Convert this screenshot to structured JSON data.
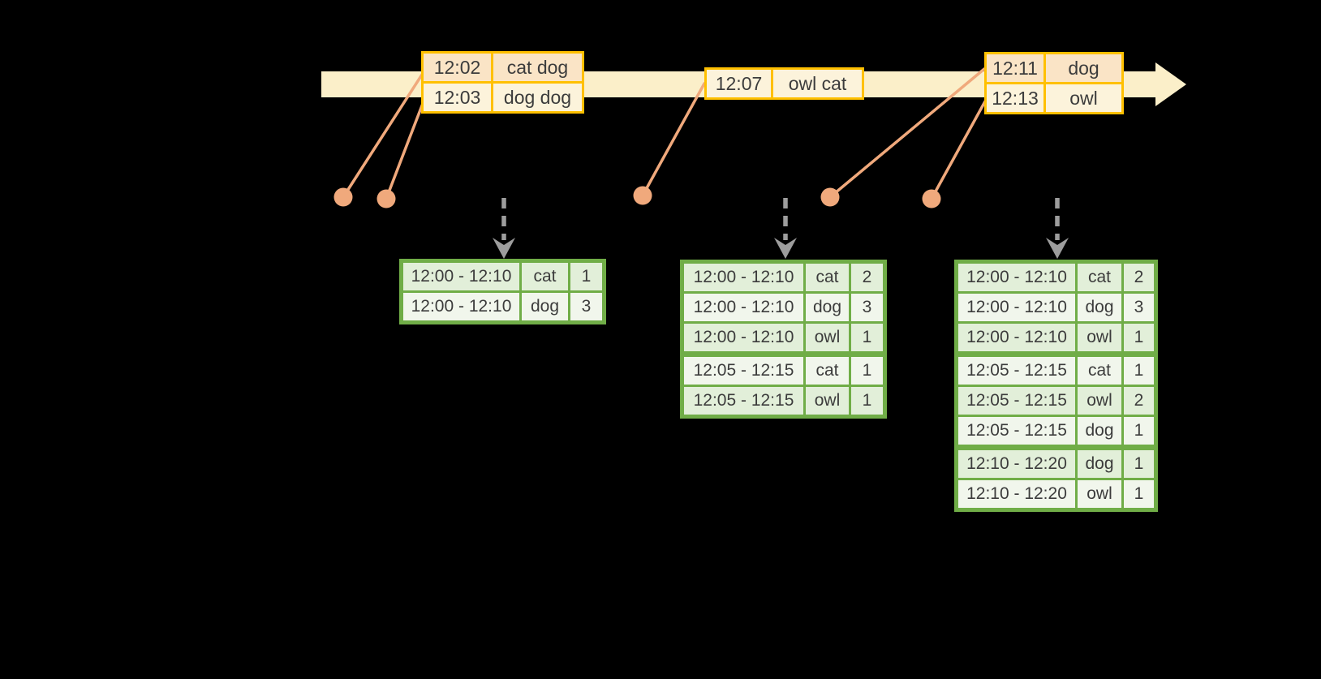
{
  "diagram_kind": "windowed-word-count-timeline",
  "event_tables": [
    {
      "rows": [
        {
          "time": "12:02",
          "words": "cat dog"
        },
        {
          "time": "12:03",
          "words": "dog dog"
        }
      ]
    },
    {
      "rows": [
        {
          "time": "12:07",
          "words": "owl cat"
        }
      ]
    },
    {
      "rows": [
        {
          "time": "12:11",
          "words": "dog"
        },
        {
          "time": "12:13",
          "words": "owl"
        }
      ]
    }
  ],
  "result_tables": [
    {
      "rows": [
        {
          "window": "12:00 - 12:10",
          "word": "cat",
          "count": "1"
        },
        {
          "window": "12:00 - 12:10",
          "word": "dog",
          "count": "3"
        }
      ]
    },
    {
      "rows": [
        {
          "window": "12:00 - 12:10",
          "word": "cat",
          "count": "2"
        },
        {
          "window": "12:00 - 12:10",
          "word": "dog",
          "count": "3"
        },
        {
          "window": "12:00 - 12:10",
          "word": "owl",
          "count": "1"
        },
        {
          "window": "12:05 - 12:15",
          "word": "cat",
          "count": "1"
        },
        {
          "window": "12:05 - 12:15",
          "word": "owl",
          "count": "1"
        }
      ]
    },
    {
      "rows": [
        {
          "window": "12:00 - 12:10",
          "word": "cat",
          "count": "2"
        },
        {
          "window": "12:00 - 12:10",
          "word": "dog",
          "count": "3"
        },
        {
          "window": "12:00 - 12:10",
          "word": "owl",
          "count": "1"
        },
        {
          "window": "12:05 - 12:15",
          "word": "cat",
          "count": "1"
        },
        {
          "window": "12:05 - 12:15",
          "word": "owl",
          "count": "2"
        },
        {
          "window": "12:05 - 12:15",
          "word": "dog",
          "count": "1"
        },
        {
          "window": "12:10 - 12:20",
          "word": "dog",
          "count": "1"
        },
        {
          "window": "12:10 - 12:20",
          "word": "owl",
          "count": "1"
        }
      ]
    }
  ],
  "icons": [
    "timeline-arrow-icon",
    "event-dot-icon",
    "trigger-arrow-icon"
  ],
  "colors": {
    "background": "#000000",
    "timeline_fill": "#FBEFC9",
    "event_border": "#FFC000",
    "event_row_peach": "#FAE4C6",
    "event_row_cream": "#FCF3DB",
    "connector": "#F0A97C",
    "result_border": "#70AD47",
    "result_row_green": "#E2EFD9",
    "result_row_light": "#F1F6EC",
    "trigger_arrow": "#9D9D9D",
    "text": "#3C3C3C"
  }
}
